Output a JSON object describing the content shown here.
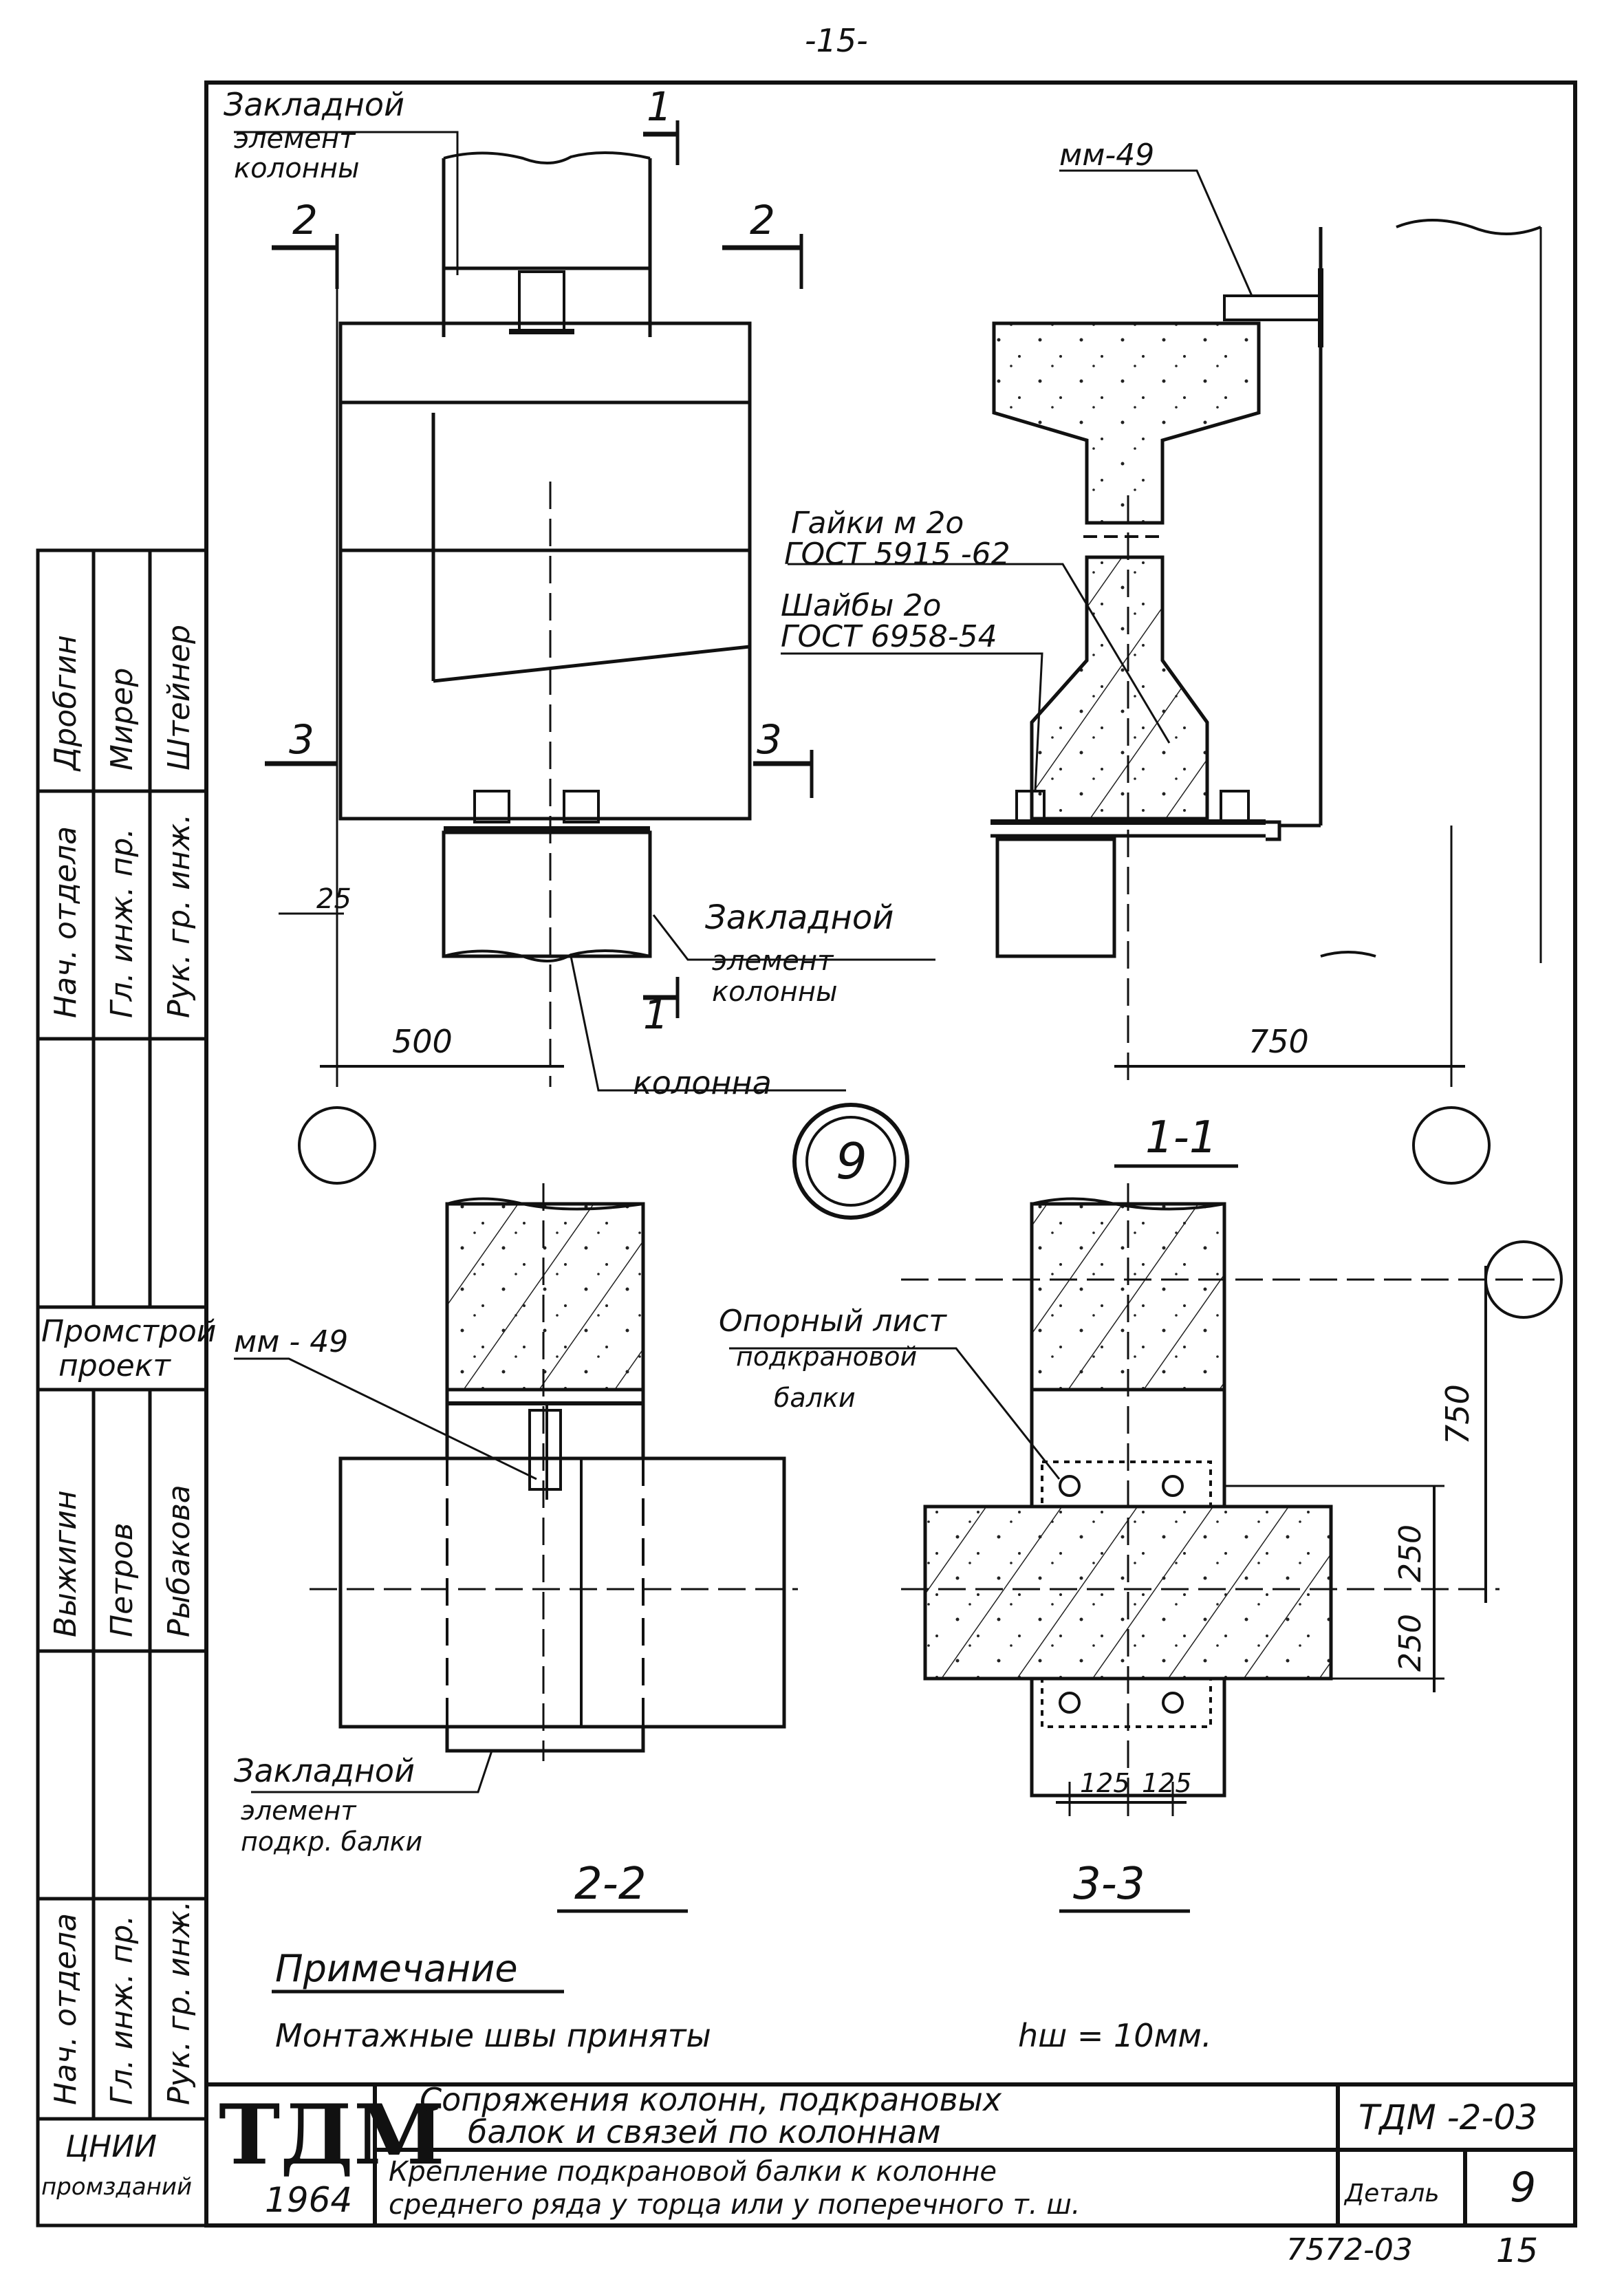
{
  "page_number": "-15-",
  "labels": {
    "embed_col_top_1": "Закладной",
    "embed_col_top_2": "элемент",
    "embed_col_top_3": "колонны",
    "sec_1": "1",
    "sec_2": "2",
    "sec_3": "3",
    "dim_25": "25",
    "dim_500": "500",
    "dim_750": "750",
    "dim_250": "250",
    "dim_125": "125",
    "mm49": "мм-49",
    "mm49_b": "мм - 49",
    "nuts_1": "Гайки м 2о",
    "nuts_2": "ГОСТ 5915 -62",
    "washers_1": "Шайбы 2о",
    "washers_2": "ГОСТ 6958-54",
    "embed_col_bot_1": "Закладной",
    "embed_col_bot_2": "элемент",
    "embed_col_bot_3": "колонны",
    "column": "колонна",
    "section_1_1": "1-1",
    "detail_no": "9",
    "support_1": "Опорный лист",
    "support_2": "подкрановой",
    "support_3": "балки",
    "embed_beam_1": "Закладной",
    "embed_beam_2": "элемент",
    "embed_beam_3": "подкр. балки",
    "section_2_2": "2-2",
    "section_3_3": "3-3",
    "note_title": "Примечание",
    "note_text": "Монтажные    швы    приняты",
    "note_formula": "hш = 10мм."
  },
  "side_stamp": {
    "roles_top": [
      "Нач. отдела",
      "Гл. инж. пр.",
      "Рук. гр. инж."
    ],
    "names_top": [
      "Дробгин",
      "Мирер",
      "Штейнер"
    ],
    "org": [
      "Промстрой",
      "проект"
    ],
    "roles_bottom": [
      "Нач. отдела",
      "Гл. инж. пр.",
      "Рук. гр. инж."
    ],
    "names_bottom": [
      "Выжигин",
      "Петров",
      "Рыбакова"
    ],
    "org2": [
      "ЦНИИ",
      "промзданий"
    ]
  },
  "title_block": {
    "logo": "ТДМ",
    "year": "1964",
    "title_1": "Сопряжения   колонн,   подкрановых",
    "title_2": "балок   и   связей   по   колоннам",
    "subtitle_1": "Крепление  подкрановой  балки  к  колонне",
    "subtitle_2": "среднего  ряда  у  торца  или  у  поперечного  т. ш.",
    "code": "ТДМ -2-03",
    "detail_label": "Деталь",
    "detail_no": "9",
    "sheet_code": "7572-03",
    "sheet_no": "15"
  }
}
